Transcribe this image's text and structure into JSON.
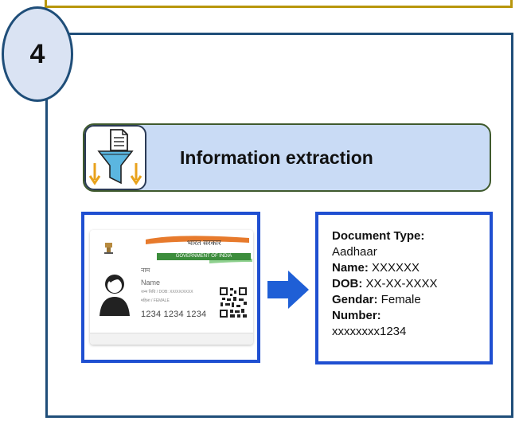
{
  "step": {
    "number": "4"
  },
  "banner": {
    "title": "Information extraction",
    "icon": "document-funnel-extraction-icon"
  },
  "id_card": {
    "header_hindi": "भारत सरकार",
    "header_english": "GOVERNMENT OF INDIA",
    "name_hindi": "नाम",
    "name_label": "Name",
    "dob_line": "जन्म तिथि / DOB: XX/XX/XXXX",
    "gender_line": "महिला / FEMALE",
    "number": "1234 1234 1234"
  },
  "extraction": {
    "doc_type_label": "Document Type:",
    "doc_type_value": "Aadhaar",
    "name_label": "Name:",
    "name_value": " XXXXXX",
    "dob_label": "DOB:",
    "dob_value": " XX-XX-XXXX",
    "gender_label": "Gendar:",
    "gender_value": " Female",
    "number_label": "Number:",
    "number_value": "xxxxxxxx1234"
  },
  "colors": {
    "panel_border": "#1f4e79",
    "frame_border": "#1f4fd1",
    "banner_fill": "#c9dbf5",
    "top_box_border": "#b8960c",
    "arrow": "#1f5fd6"
  }
}
